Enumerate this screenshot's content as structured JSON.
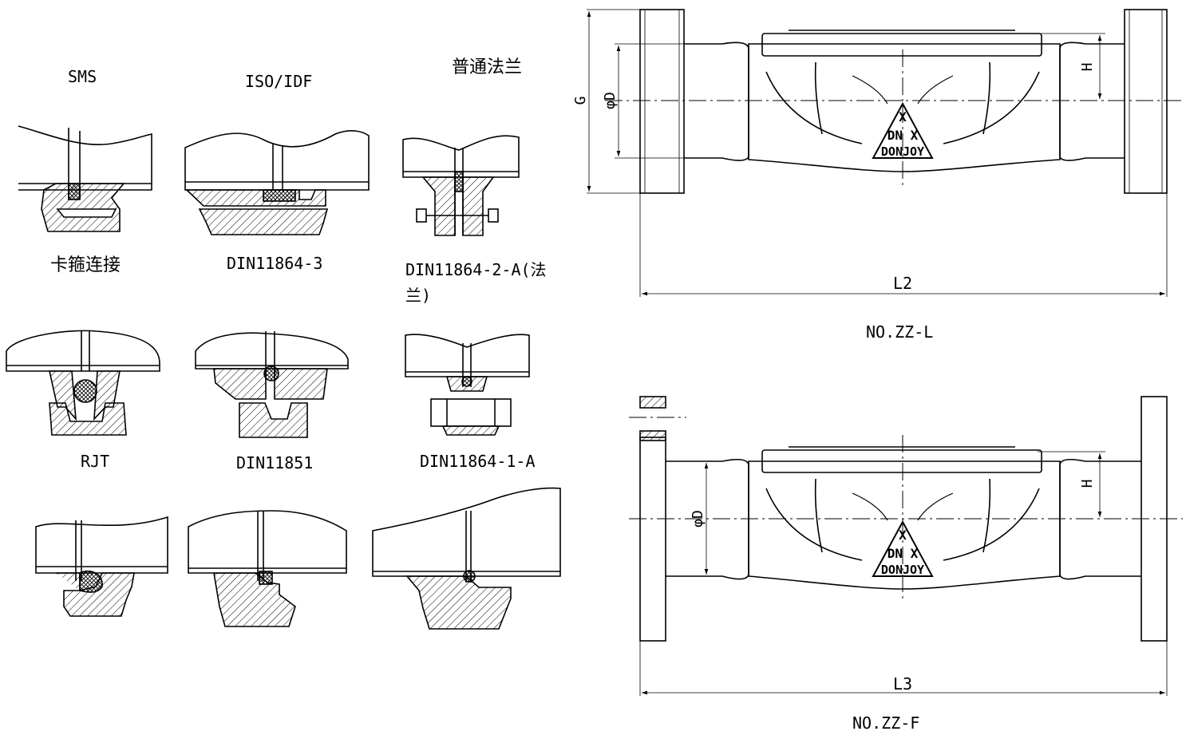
{
  "connections": {
    "headers": [
      "SMS",
      "ISO/IDF",
      "普通法兰"
    ],
    "row1_labels": [
      "卡箍连接",
      "DIN11864-3",
      "DIN11864-2-A(法兰)"
    ],
    "row2_labels": [
      "RJT",
      "DIN11851",
      "DIN11864-1-A"
    ]
  },
  "view_L": {
    "caption": "NO.ZZ-L",
    "dim_length": "L2",
    "dim_g": "G",
    "dim_d": "φD",
    "dim_h": "H"
  },
  "view_F": {
    "caption": "NO.ZZ-F",
    "dim_length": "L3",
    "dim_d": "φD",
    "dim_h": "H"
  },
  "badge": {
    "mark": "X",
    "line1": "DN X",
    "line2": "DONJOY"
  }
}
